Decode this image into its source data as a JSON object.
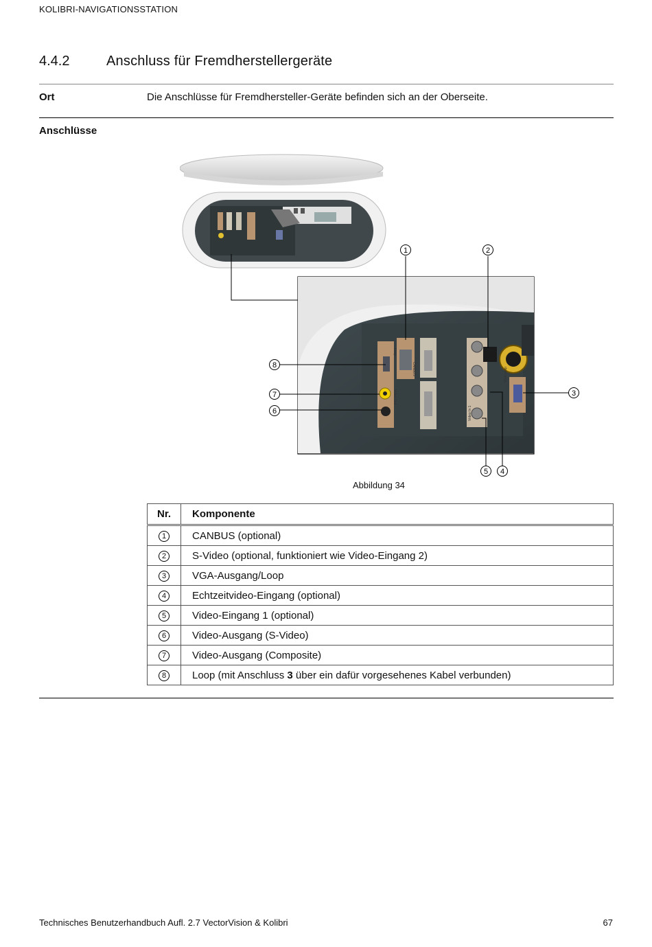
{
  "header": {
    "running_title": "KOLIBRI-NAVIGATIONSSTATION"
  },
  "section": {
    "number": "4.4.2",
    "title": "Anschluss für Fremdherstellergeräte"
  },
  "rows": {
    "ort_label": "Ort",
    "ort_text": "Die Anschlüsse für Fremdhersteller-Geräte befinden sich an der Oberseite.",
    "anschluesse_label": "Anschlüsse"
  },
  "figure": {
    "caption": "Abbildung 34",
    "callouts": [
      "1",
      "2",
      "3",
      "4",
      "5",
      "6",
      "7",
      "8"
    ],
    "port_labels": [
      "CANBUS",
      "Loop",
      "Video Out",
      "VGA Loop",
      "Video In 1"
    ]
  },
  "table": {
    "headers": [
      "Nr.",
      "Komponente"
    ],
    "rows": [
      {
        "nr": "1",
        "text": "CANBUS (optional)"
      },
      {
        "nr": "2",
        "text": "S-Video (optional, funktioniert wie Video-Eingang 2)"
      },
      {
        "nr": "3",
        "text": "VGA-Ausgang/Loop"
      },
      {
        "nr": "4",
        "text": "Echtzeitvideo-Eingang (optional)"
      },
      {
        "nr": "5",
        "text": "Video-Eingang 1 (optional)"
      },
      {
        "nr": "6",
        "text": "Video-Ausgang (S-Video)"
      },
      {
        "nr": "7",
        "text": "Video-Ausgang (Composite)"
      },
      {
        "nr": "8",
        "text_before": "Loop (mit Anschluss ",
        "text_bold": "3",
        "text_after": " über ein dafür vorgesehenes Kabel verbunden)"
      }
    ]
  },
  "footer": {
    "left": "Technisches Benutzerhandbuch Aufl. 2.7 VectorVision & Kolibri",
    "page_number": "67"
  }
}
